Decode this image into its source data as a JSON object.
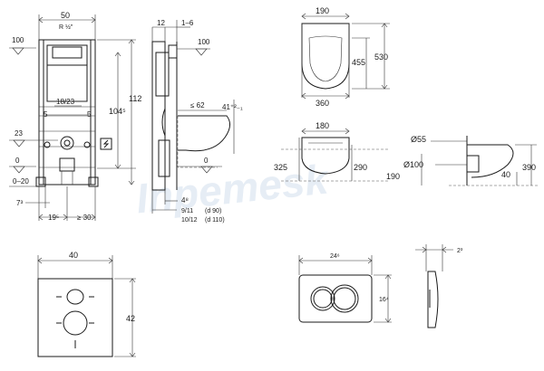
{
  "watermark": "Inpemesk",
  "frame_view": {
    "width_top": "50",
    "thread": "R ½\"",
    "level_100": "100",
    "height_112": "112",
    "height_104": "104⁵",
    "spacing_18_23": "18/23",
    "tick_5_left": "5",
    "tick_5_right": "5",
    "level_23": "23",
    "level_0": "0",
    "range_0_20": "0–20",
    "bottom_7": "7³",
    "bottom_19": "19⁵",
    "bottom_30": "≥ 30"
  },
  "side_view": {
    "top_12": "12",
    "top_1_6": "1–6",
    "level_100": "100",
    "dim_62": "≤ 62",
    "dim_41": "41⁺²₋₁",
    "level_0": "0",
    "dim_4": "4⁸",
    "dim_9_11": "9/11",
    "note_d90": "(d 90)",
    "dim_10_12": "10/12",
    "note_d110": "(d 110)"
  },
  "bowl_top_view": {
    "width_top": "190",
    "length_455": "455",
    "length_530": "530",
    "width_bottom": "360"
  },
  "bowl_front_view": {
    "width_top": "180",
    "height_325": "325",
    "height_290": "290",
    "height_190": "190"
  },
  "bowl_side_view": {
    "dia_55": "Ø55",
    "dia_100": "Ø100",
    "height_390": "390",
    "dim_40": "40"
  },
  "cover_plate": {
    "width": "40",
    "height": "42"
  },
  "flush_plate_front": {
    "width": "24⁶",
    "height": "16⁴"
  },
  "flush_plate_side": {
    "depth": "2³"
  }
}
